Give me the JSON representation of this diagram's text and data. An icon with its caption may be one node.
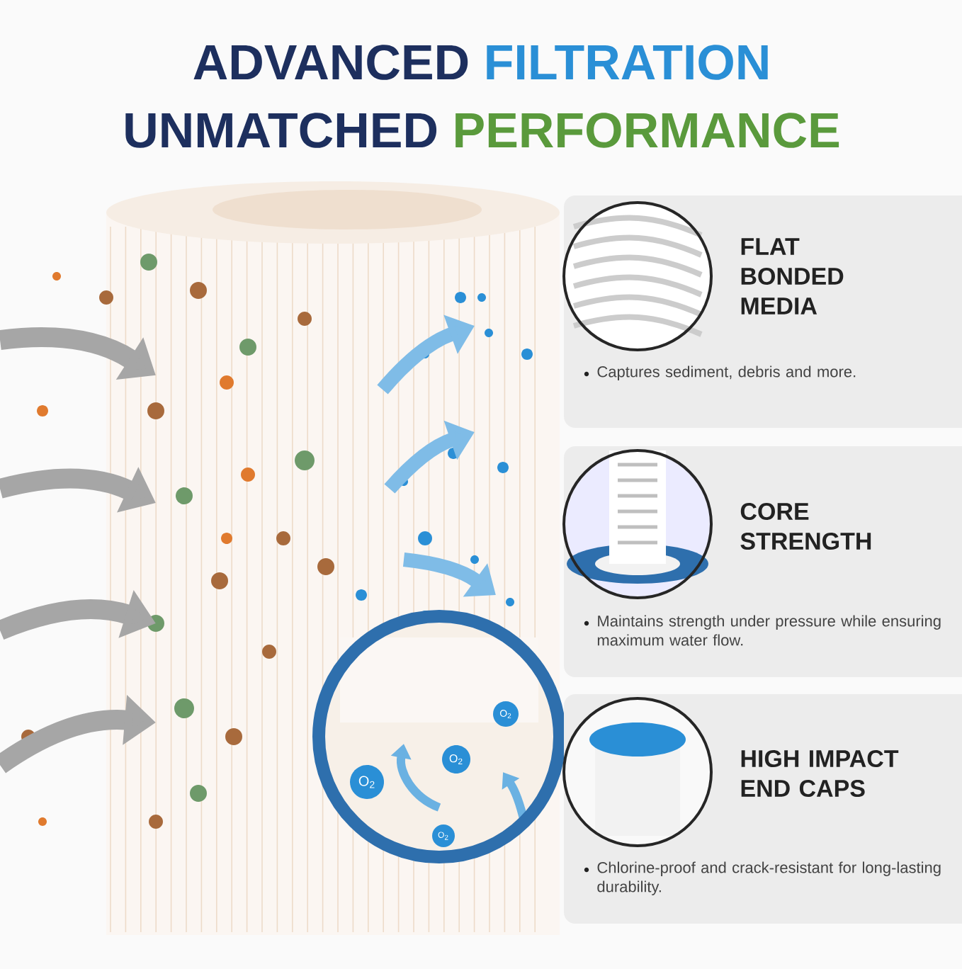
{
  "diagram": {
    "nodes": [
      {
        "text": [
          "FLAT BONDED MEDIA",
          "Captures sediment, debris and more."
        ]
      },
      {
        "text": [
          "CORE STRENGTH",
          "Maintains strength under pressure while ensuring maximum water flow."
        ]
      },
      {
        "text": [
          "HIGH IMPACT END CAPS",
          "Chlorine-proof and crack-resistant for long-lasting durability."
        ]
      }
    ],
    "labels": [
      "ADVANCED",
      "FILTRATION",
      "UNMATCHED",
      "PERFORMANCE",
      "O$_{2}$",
      "O$_{2}$",
      "O$_{2}$",
      "O$_{2}$"
    ]
  }
}
